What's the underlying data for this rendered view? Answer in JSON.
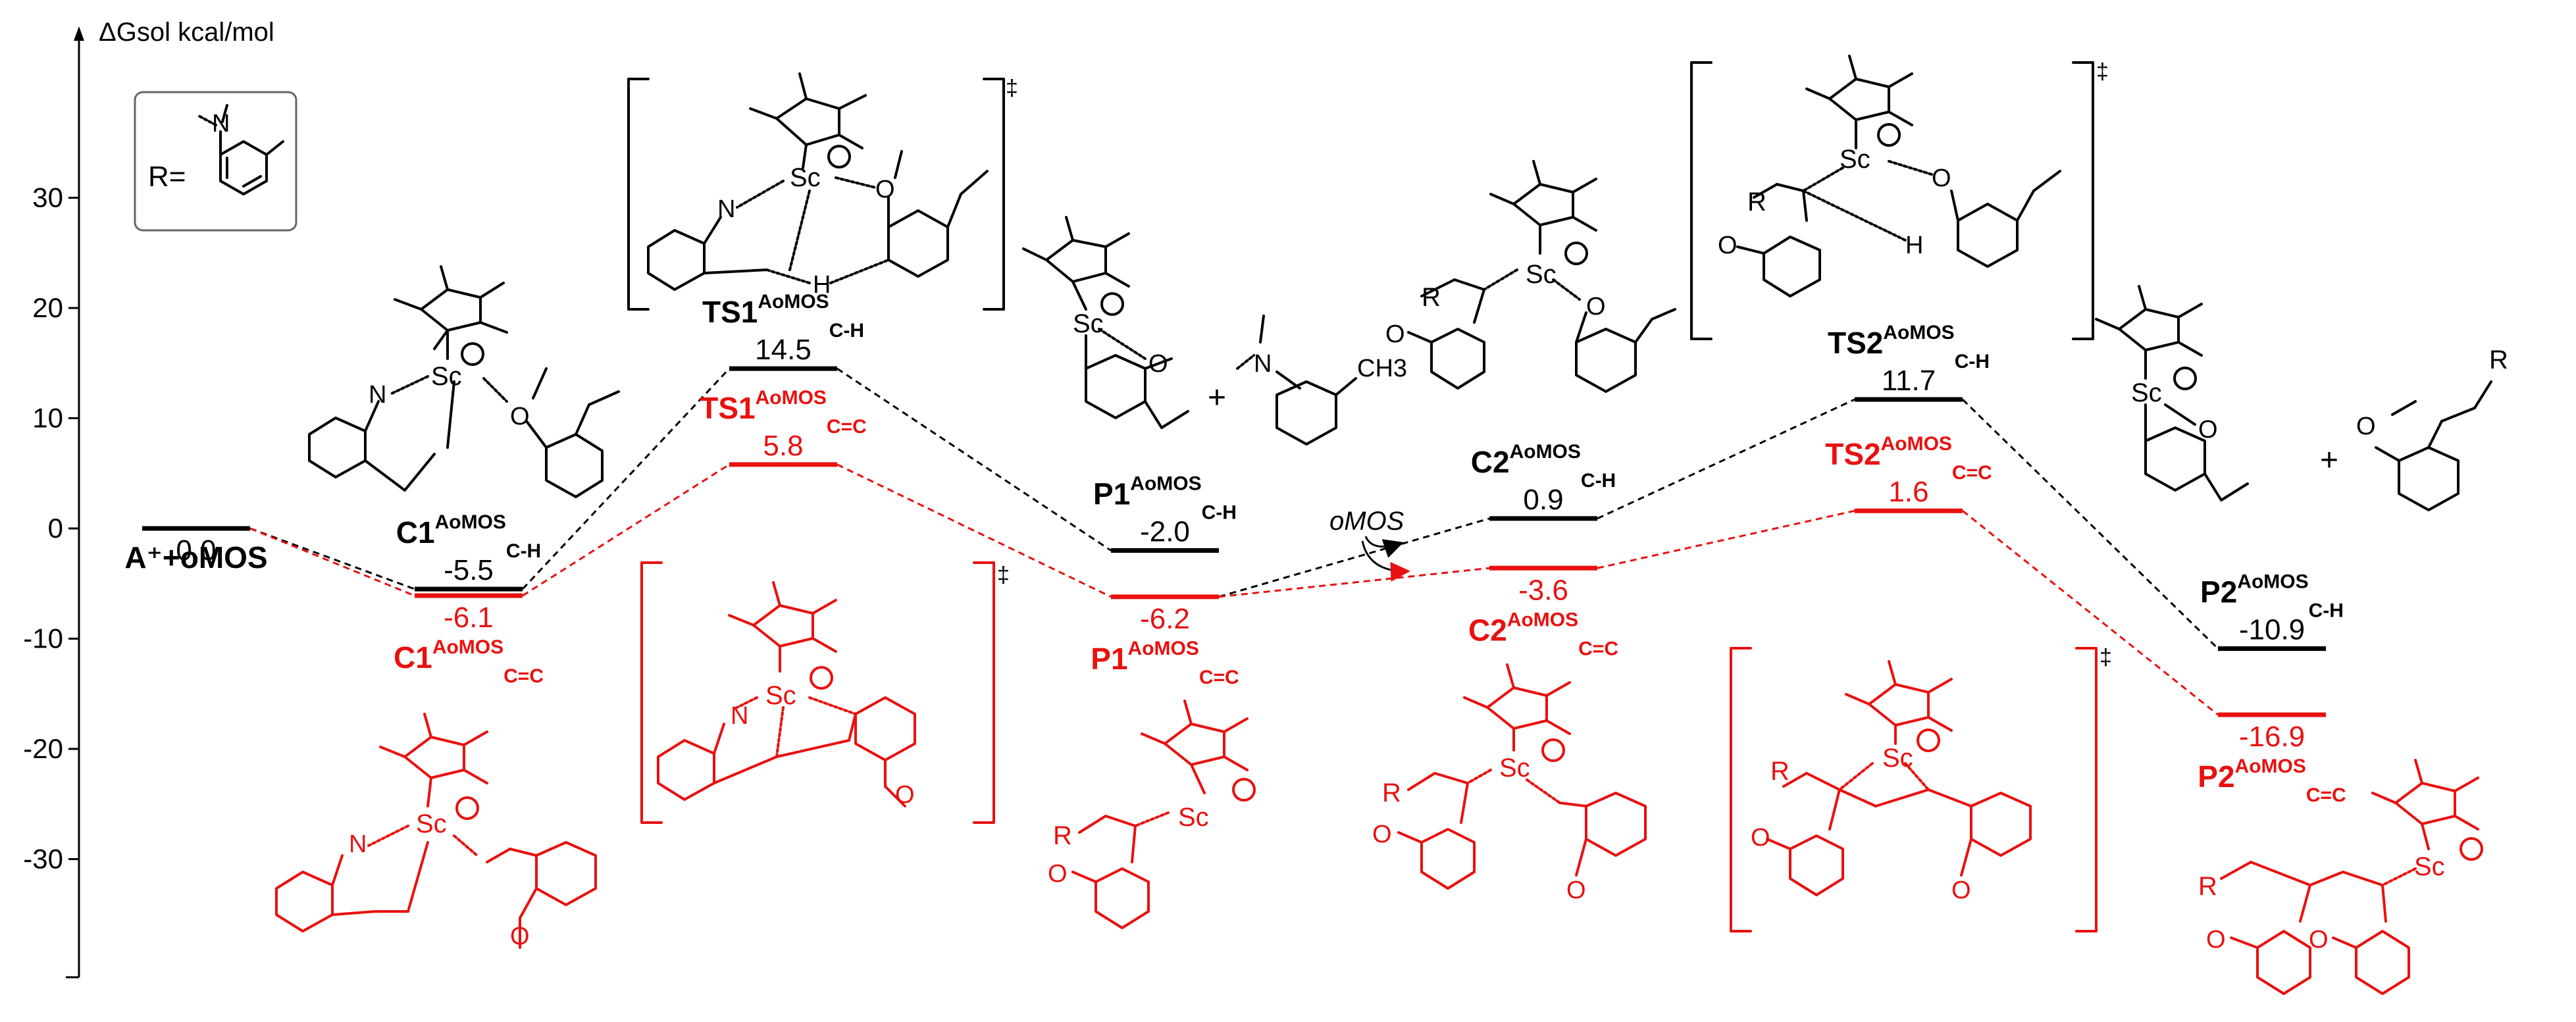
{
  "chart_data": {
    "type": "energy-profile",
    "ylabel": "ΔGsol kcal/mol",
    "ylim": [
      -40,
      45
    ],
    "yticks": [
      -30,
      -20,
      -10,
      0,
      10,
      20,
      30
    ],
    "ytick_labels": [
      "-30",
      "-20",
      "-10",
      "0",
      "10",
      "20",
      "30"
    ],
    "r_definition": "R=",
    "reagent_label": "oMOS",
    "colors": {
      "C-H": "#000000",
      "C=C": "#e8110f"
    },
    "levels": [
      {
        "id": "A",
        "series": "both",
        "x": 0,
        "value": 0.0,
        "value_label": "0.0",
        "name": "A⁺+oMOS",
        "label_pos": "below"
      },
      {
        "id": "C1-CH",
        "series": "C-H",
        "x": 1,
        "value": -5.5,
        "value_label": "-5.5",
        "name_base": "C1",
        "name_sup": "AoMOS",
        "name_sub": "C-H",
        "label_pos": "above"
      },
      {
        "id": "C1-CC",
        "series": "C=C",
        "x": 1,
        "value": -6.1,
        "value_label": "-6.1",
        "name_base": "C1",
        "name_sup": "AoMOS",
        "name_sub": "C=C",
        "label_pos": "below"
      },
      {
        "id": "TS1-CH",
        "series": "C-H",
        "x": 2,
        "value": 14.5,
        "value_label": "14.5",
        "name_base": "TS1",
        "name_sup": "AoMOS",
        "name_sub": "C-H",
        "label_pos": "above"
      },
      {
        "id": "TS1-CC",
        "series": "C=C",
        "x": 2,
        "value": 5.8,
        "value_label": "5.8",
        "name_base": "TS1",
        "name_sup": "AoMOS",
        "name_sub": "C=C",
        "label_pos": "above"
      },
      {
        "id": "P1-CH",
        "series": "C-H",
        "x": 3,
        "value": -2.0,
        "value_label": "-2.0",
        "name_base": "P1",
        "name_sup": "AoMOS",
        "name_sub": "C-H",
        "label_pos": "above"
      },
      {
        "id": "P1-CC",
        "series": "C=C",
        "x": 3,
        "value": -6.2,
        "value_label": "-6.2",
        "name_base": "P1",
        "name_sup": "AoMOS",
        "name_sub": "C=C",
        "label_pos": "below"
      },
      {
        "id": "C2-CH",
        "series": "C-H",
        "x": 4,
        "value": 0.9,
        "value_label": "0.9",
        "name_base": "C2",
        "name_sup": "AoMOS",
        "name_sub": "C-H",
        "label_pos": "above"
      },
      {
        "id": "C2-CC",
        "series": "C=C",
        "x": 4,
        "value": -3.6,
        "value_label": "-3.6",
        "name_base": "C2",
        "name_sup": "AoMOS",
        "name_sub": "C=C",
        "label_pos": "below"
      },
      {
        "id": "TS2-CH",
        "series": "C-H",
        "x": 5,
        "value": 11.7,
        "value_label": "11.7",
        "name_base": "TS2",
        "name_sup": "AoMOS",
        "name_sub": "C-H",
        "label_pos": "above"
      },
      {
        "id": "TS2-CC",
        "series": "C=C",
        "x": 5,
        "value": 1.6,
        "value_label": "1.6",
        "name_base": "TS2",
        "name_sup": "AoMOS",
        "name_sub": "C=C",
        "label_pos": "above"
      },
      {
        "id": "P2-CH",
        "series": "C-H",
        "x": 6,
        "value": -10.9,
        "value_label": "-10.9",
        "name_base": "P2",
        "name_sup": "AoMOS",
        "name_sub": "C-H",
        "label_pos": "above"
      },
      {
        "id": "P2-CC",
        "series": "C=C",
        "x": 6,
        "value": -16.9,
        "value_label": "-16.9",
        "name_base": "P2",
        "name_sup": "AoMOS",
        "name_sub": "C=C",
        "label_pos": "below"
      }
    ],
    "connections": [
      [
        "A",
        "C1-CH"
      ],
      [
        "C1-CH",
        "TS1-CH"
      ],
      [
        "TS1-CH",
        "P1-CH"
      ],
      [
        "A",
        "C1-CC"
      ],
      [
        "C1-CC",
        "TS1-CC"
      ],
      [
        "TS1-CC",
        "P1-CC"
      ],
      [
        "P1-CC",
        "C2-CH"
      ],
      [
        "C2-CH",
        "TS2-CH"
      ],
      [
        "TS2-CH",
        "P2-CH"
      ],
      [
        "P1-CC",
        "C2-CC"
      ],
      [
        "C2-CC",
        "TS2-CC"
      ],
      [
        "TS2-CC",
        "P2-CC"
      ]
    ]
  },
  "structure_labels": {
    "sc": "Sc",
    "n": "N",
    "o": "O",
    "h": "H",
    "r": "R",
    "ch3": "CH3",
    "plus": "+",
    "ts_mark": "‡"
  }
}
